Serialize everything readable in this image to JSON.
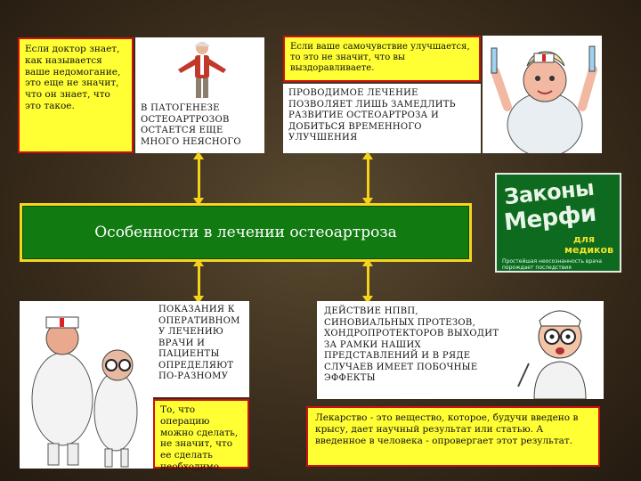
{
  "slide": {
    "title": "Особенности в лечении остеоартроза",
    "topleft_text": "Если доктор знает, как называется ваше недомогание, это еще не значит, что он знает, что это такое.",
    "pathogenesis_text": "В ПАТОГЕНЕЗЕ ОСТЕОАРТРОЗОВ ОСТАЕТСЯ ЕЩЕ МНОГО НЕЯСНОГО",
    "recovery_quote": "Если ваше самочувствие улучшается, то это не значит, что вы выздоравливаете.",
    "treatment_text": "ПРОВОДИМОЕ ЛЕЧЕНИЕ ПОЗВОЛЯЕТ ЛИШЬ ЗАМЕДЛИТЬ РАЗВИТИЕ ОСТЕОАРТРОЗА И ДОБИТЬСЯ ВРЕМЕННОГО УЛУЧШЕНИЯ",
    "indications_text": "ПОКАЗАНИЯ К ОПЕРАТИВНОМ У ЛЕЧЕНИЮ ВРАЧИ И ПАЦИЕНТЫ ОПРЕДЕЛЯЮТ ПО-РАЗНОМУ",
    "operation_quote": "То, что операцию можно сделать, не значит, что ее сделать необходимо.",
    "drugs_text": "ДЕЙСТВИЕ НПВП, СИНОВИАЛЬНЫХ ПРОТЕЗОВ, ХОНДРОПРОТЕКТОРОВ ВЫХОДИТ ЗА РАМКИ НАШИХ ПРЕДСТАВЛЕНИЙ И В РЯДЕ СЛУЧАЕВ ИМЕЕТ ПОБОЧНЫЕ ЭФФЕКТЫ",
    "drug_quote": "Лекарство - это вещество, которое, будучи введено в крысу, дает научный результат или статью. А введенное в человека - опровергает этот результат."
  },
  "book": {
    "line1": "Законы",
    "line2": "Мерфи",
    "line3": "для",
    "line4": "медиков",
    "small": "Простейшая неосознанность врача порождает последствия"
  },
  "colors": {
    "banner": "#117a11",
    "yellow": "#ffff33",
    "connector": "#f4d21a",
    "border_red": "#cc1111"
  },
  "icons": [
    "gesturing-man-illustration",
    "nurse-cartoon",
    "doctors-cartoon",
    "doctor-cartoon"
  ]
}
